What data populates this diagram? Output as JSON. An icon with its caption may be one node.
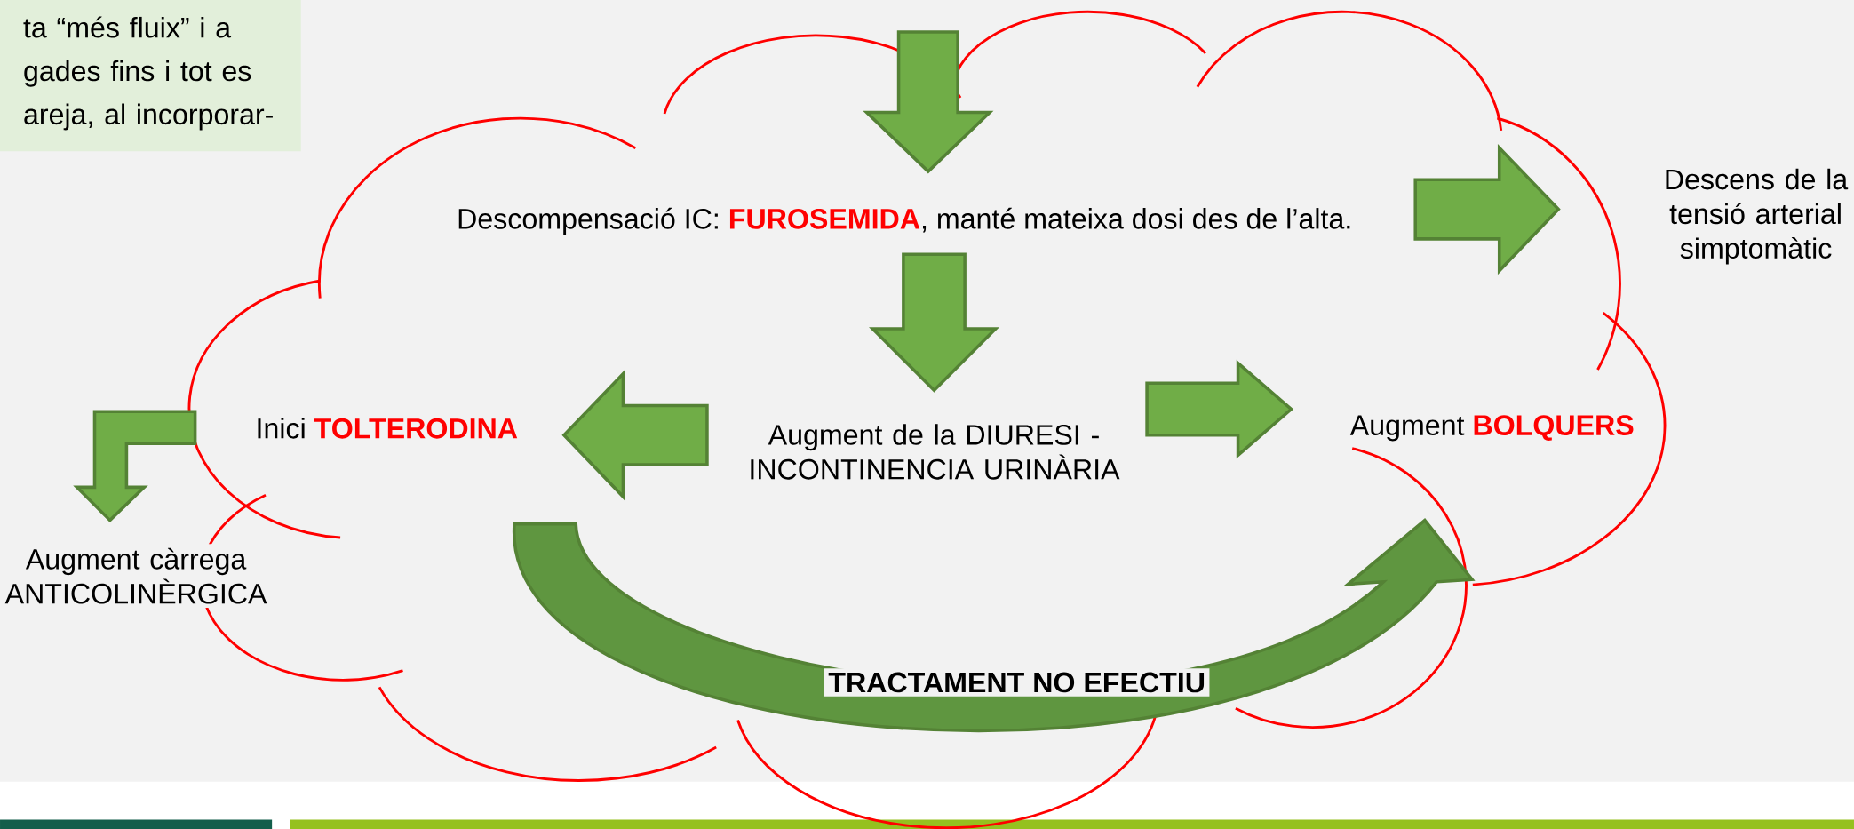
{
  "diagram": {
    "nodes": [
      {
        "text": [],
        "shape": "cloud"
      },
      {
        "text": [
          "ta “més fluix” i a gades fins i tot es areja, al incorporar-"
        ]
      },
      {
        "text": [
          "Descompensació IC: **FUROSEMIDA**, manté mateixa dosi des de l’alta."
        ],
        "in": 0
      },
      {
        "text": [
          "Augment de la DIURESI - INCONTINENCIA URINÀRIA"
        ],
        "in": 0
      },
      {
        "text": [
          "Inici **TOLTERODINA**"
        ],
        "in": 0
      },
      {
        "text": [
          "Augment **BOLQUERS**"
        ],
        "in": 0
      },
      {
        "text": [
          "Descens de la tensió arterial simptomàtic"
        ]
      },
      {
        "text": [
          "Augment càrrega ANTICOLINÈRGICA"
        ]
      }
    ],
    "edges": [
      {
        "from": null,
        "to": 2,
        "arrow": "to"
      },
      {
        "from": 2,
        "to": 3,
        "arrow": "to"
      },
      {
        "from": 3,
        "to": 4,
        "arrow": "to"
      },
      {
        "from": 3,
        "to": 5,
        "arrow": "to"
      },
      {
        "from": 2,
        "to": 6,
        "arrow": "to"
      },
      {
        "from": 4,
        "to": 7,
        "arrow": "to"
      },
      {
        "from": 4,
        "to": 5,
        "arrow": "to",
        "label": "TRACTAMENT NO EFECTIU"
      }
    ]
  }
}
